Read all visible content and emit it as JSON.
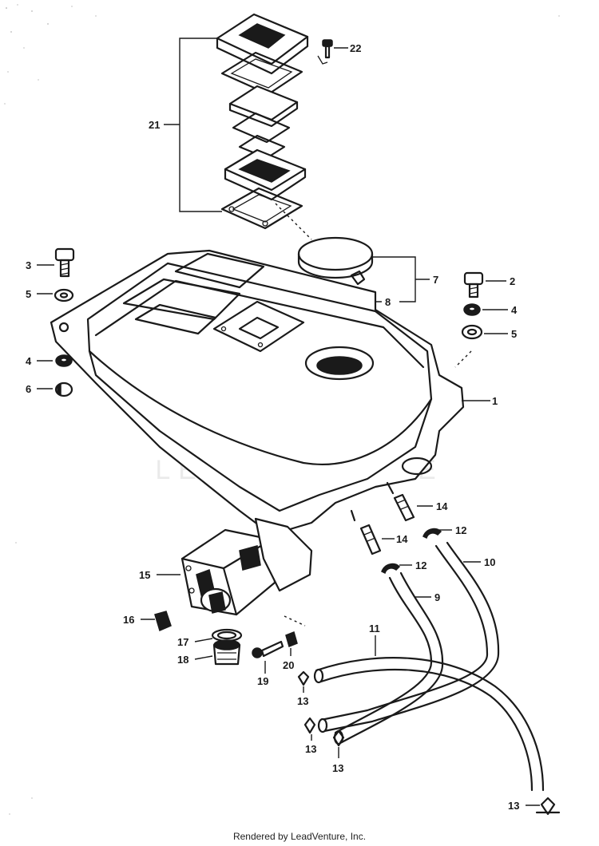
{
  "diagram": {
    "callouts": [
      {
        "id": "c22",
        "label": "22"
      },
      {
        "id": "c21",
        "label": "21"
      },
      {
        "id": "c3",
        "label": "3"
      },
      {
        "id": "c5a",
        "label": "5"
      },
      {
        "id": "c7",
        "label": "7"
      },
      {
        "id": "c8",
        "label": "8"
      },
      {
        "id": "c2",
        "label": "2"
      },
      {
        "id": "c4b",
        "label": "4"
      },
      {
        "id": "c5b",
        "label": "5"
      },
      {
        "id": "c4a",
        "label": "4"
      },
      {
        "id": "c6",
        "label": "6"
      },
      {
        "id": "c1",
        "label": "1"
      },
      {
        "id": "c14a",
        "label": "14"
      },
      {
        "id": "c14b",
        "label": "14"
      },
      {
        "id": "c12a",
        "label": "12"
      },
      {
        "id": "c12b",
        "label": "12"
      },
      {
        "id": "c10",
        "label": "10"
      },
      {
        "id": "c9",
        "label": "9"
      },
      {
        "id": "c15",
        "label": "15"
      },
      {
        "id": "c16",
        "label": "16"
      },
      {
        "id": "c17",
        "label": "17"
      },
      {
        "id": "c18",
        "label": "18"
      },
      {
        "id": "c19",
        "label": "19"
      },
      {
        "id": "c20",
        "label": "20"
      },
      {
        "id": "c11",
        "label": "11"
      },
      {
        "id": "c13a",
        "label": "13"
      },
      {
        "id": "c13b",
        "label": "13"
      },
      {
        "id": "c13c",
        "label": "13"
      },
      {
        "id": "c13d",
        "label": "13"
      }
    ],
    "watermark": "LEADVENTURE"
  },
  "footer": {
    "text": "Rendered by LeadVenture, Inc."
  }
}
